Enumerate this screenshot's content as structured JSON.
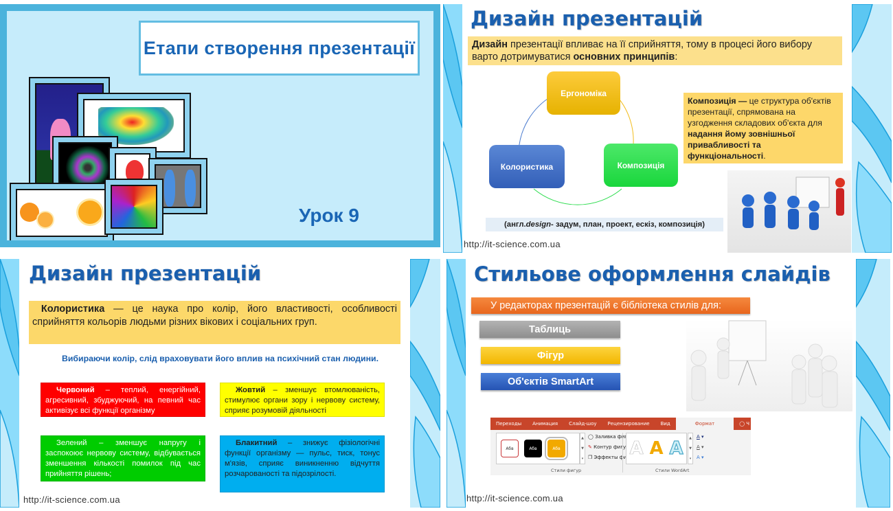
{
  "slide1": {
    "title": "Етапи створення презентації",
    "lesson": "Урок 9",
    "colors": {
      "background": "#c6ecfb",
      "border": "#4bb3dc",
      "title": "#1a66b5"
    },
    "images": [
      "night-sky-pony",
      "3d-surface-plot",
      "fractal-spiral",
      "red-tulip",
      "3d-human-models",
      "orange-fruit",
      "stained-glass-fractal"
    ]
  },
  "slide2": {
    "title": "Дизайн презентацій",
    "intro": {
      "bold": "Дизайн",
      "text": " презентації впливає на її сприйняття, тому в процесі його вибору варто дотримуватися ",
      "bold2": "основних принципів",
      "end": ":"
    },
    "principles": [
      {
        "label": "Ергономіка",
        "color": "#f2bc1c"
      },
      {
        "label": "Колористика",
        "color": "#4572c4"
      },
      {
        "label": "Композиція",
        "color": "#2bdc4d"
      }
    ],
    "composition_def": {
      "bold": "Композиція —",
      "text": " це структура об'єктів презентації, спрямована на узгодження складових об'єкта для ",
      "bold2": "надання йому зовнішньої привабливості та функціональності",
      "end": "."
    },
    "design_note": {
      "prefix": "(англ. ",
      "italic": "design",
      "suffix": " - задум, план, проект, ескіз, композиція)"
    },
    "url": "http://it-science.com.ua"
  },
  "slide3": {
    "title": "Дизайн презентацій",
    "intro": {
      "bold": "Колористика",
      "text": " — це наука про колір, його властивості, особливості сприйняття кольорів людьми різних вікових і соціальних груп."
    },
    "hint": "Вибираючи колір, слід враховувати його вплив на психічний стан людини.",
    "colors": [
      {
        "name": "Червоний",
        "text": " – теплий, енергійний, агресивний, збуджуючий, на певний час активізує всі функції організму",
        "bg": "#ff0000",
        "bold_name": true
      },
      {
        "name": "Жовтий",
        "text": " – зменшує втомлюваність, стимулює органи зору і нервову систему, сприяє розумовій діяльності",
        "bg": "#ffff00",
        "bold_name": true
      },
      {
        "name": "Зелений",
        "text": " – зменшує напругу і заспокоює нервову систему, відбувається зменшення кількості помилок під час прийняття рішень;",
        "bg": "#00cc00",
        "bold_name": false
      },
      {
        "name": "Блакитний",
        "text": " – знижує фізіологічні функції організму — пульс, тиск, тонус м'язів, сприяє виникненню відчуття розчарованості та підозрілості.",
        "bg": "#00aeef",
        "bold_name": true
      }
    ],
    "url": "http://it-science.com.ua"
  },
  "slide4": {
    "title": "Стильове оформлення слайдів",
    "library_bar": "У редакторах презентацій є бібліотека стилів для:",
    "style_buttons": [
      {
        "label": "Таблиць",
        "color": "#9e9e9e"
      },
      {
        "label": "Фігур",
        "color": "#f6c000"
      },
      {
        "label": "Об'єктів SmartArt",
        "color": "#3a6ac8"
      }
    ],
    "ribbon": {
      "tabs": [
        "Переходы",
        "Анимация",
        "Слайд-шоу",
        "Рецензирование",
        "Вид",
        "Формат",
        "Ч"
      ],
      "active_tab": "Формат",
      "shape_swatch_label": "Абв",
      "commands": [
        "Заливка фигуры",
        "Контур фигуры",
        "Эффекты фигуры"
      ],
      "group_shapes": "Стили фигур",
      "group_wordart": "Стили WordArt",
      "wordart_glyph": "A"
    },
    "url": "http://it-science.com.ua"
  }
}
